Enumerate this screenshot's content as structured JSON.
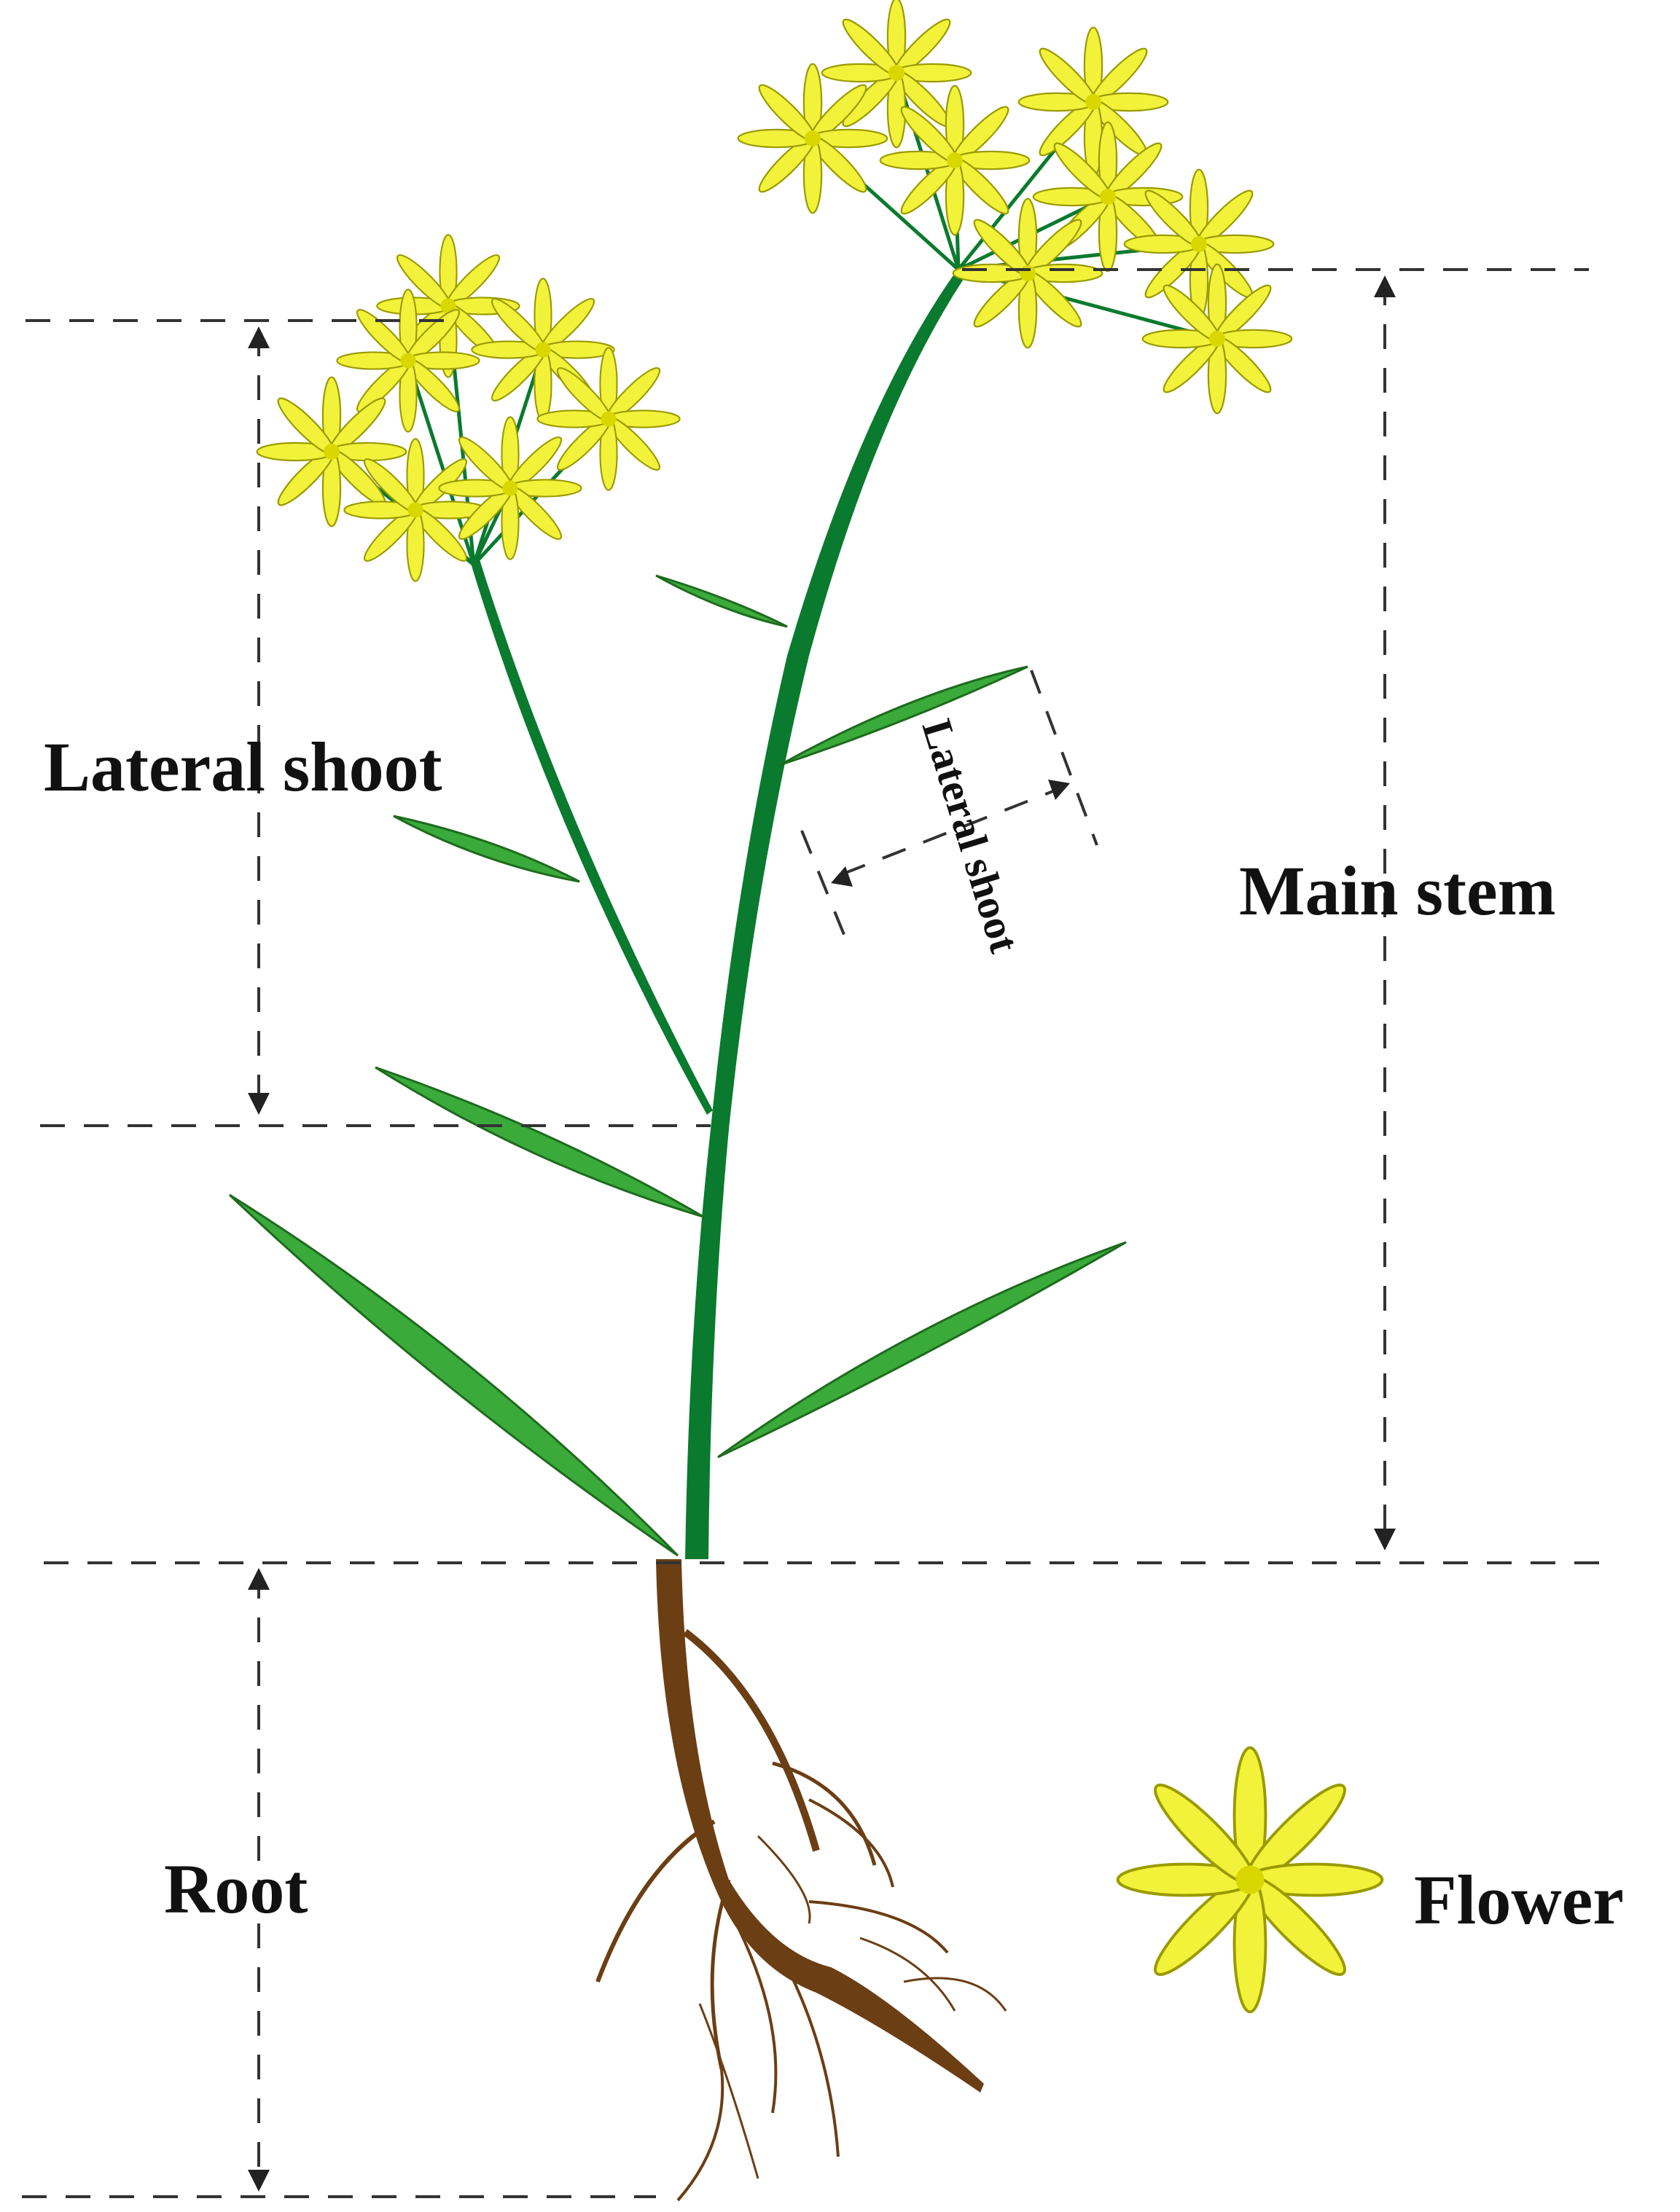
{
  "labels": {
    "lateral_shoot_left": "Lateral shoot",
    "lateral_shoot_rotated": "Lateral shoot",
    "main_stem": "Main stem",
    "root": "Root",
    "flower": "Flower"
  },
  "colors": {
    "stem": "#0a7a2e",
    "leaf": "#3aaa3a",
    "leaf_edge": "#1e6b1e",
    "petal": "#f2f23a",
    "flower_center": "#d8d800",
    "root": "#6b3e14",
    "guide": "#333333"
  }
}
